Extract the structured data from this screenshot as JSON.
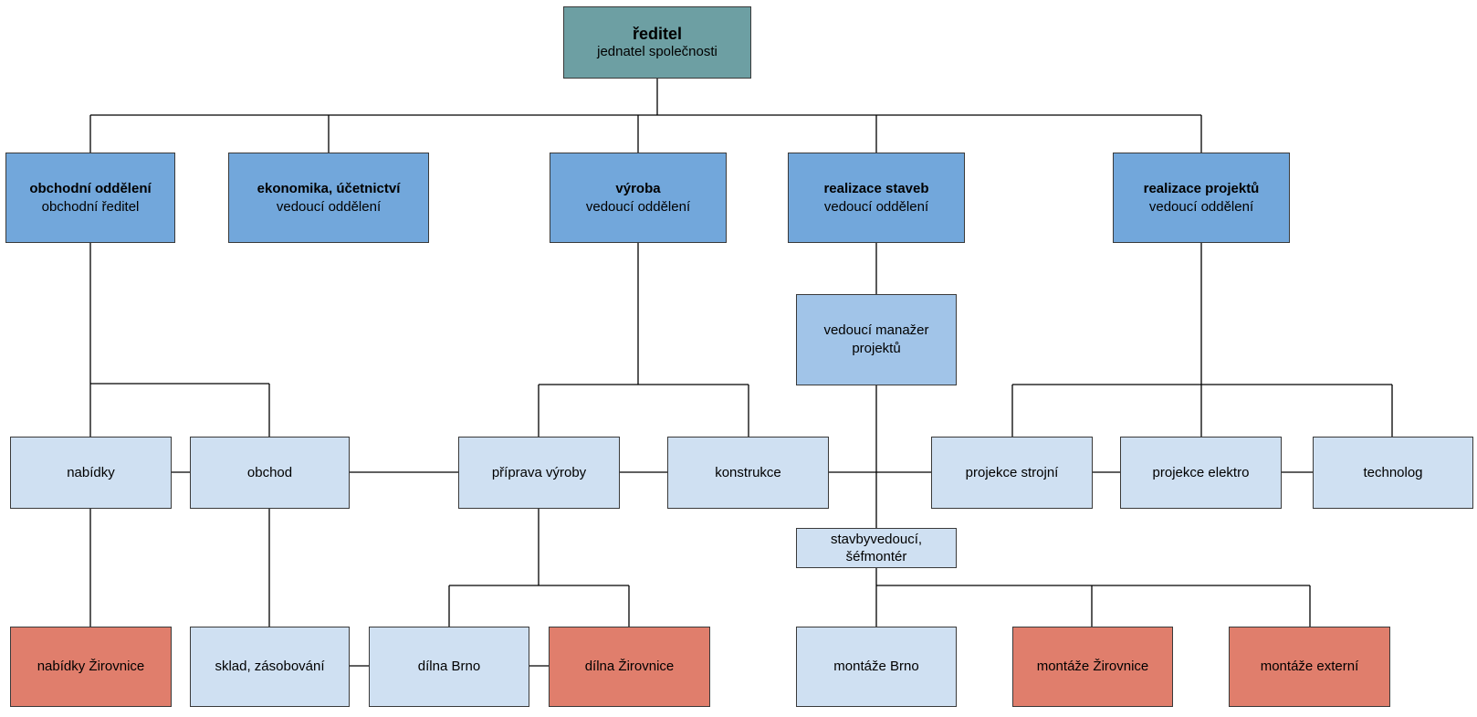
{
  "director": {
    "title": "ředitel",
    "subtitle": "jednatel společnosti"
  },
  "departments": [
    {
      "title": "obchodní oddělení",
      "subtitle": "obchodní ředitel"
    },
    {
      "title": "ekonomika, účetnictví",
      "subtitle": "vedoucí oddělení"
    },
    {
      "title": "výroba",
      "subtitle": "vedoucí oddělení"
    },
    {
      "title": "realizace staveb",
      "subtitle": "vedoucí oddělení"
    },
    {
      "title": "realizace projektů",
      "subtitle": "vedoucí oddělení"
    }
  ],
  "units": {
    "vedouci_manazer": "vedoucí manažer projektů",
    "nabidky": "nabídky",
    "obchod": "obchod",
    "priprava_vyroby": "příprava výroby",
    "konstrukce": "konstrukce",
    "projekce_strojni": "projekce strojní",
    "projekce_elektro": "projekce elektro",
    "technolog": "technolog",
    "stavbyvedouci": "stavbyvedoucí, šéfmontér",
    "nabidky_zirovnice": "nabídky Žirovnice",
    "sklad": "sklad, zásobování",
    "dilna_brno": "dílna Brno",
    "dilna_zirovnice": "dílna Žirovnice",
    "montaze_brno": "montáže Brno",
    "montaze_zirovnice": "montáže Žirovnice",
    "montaze_externi": "montáže externí"
  },
  "colors": {
    "director": "#6d9fa3",
    "department": "#72a7db",
    "manager": "#a1c4e8",
    "unit": "#cfe0f2",
    "zirovnice_external": "#e07e6c"
  }
}
